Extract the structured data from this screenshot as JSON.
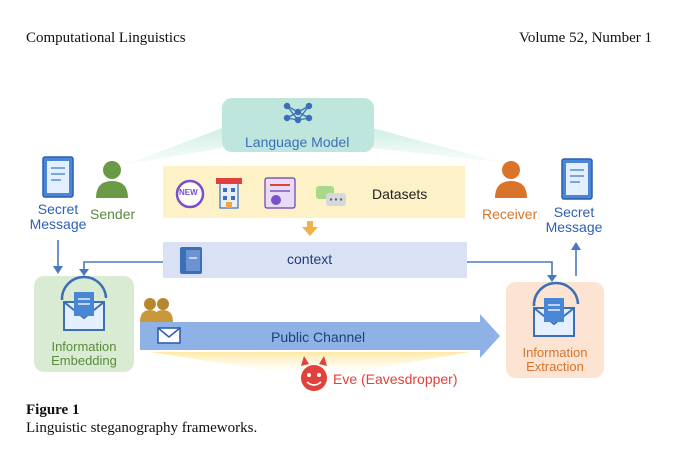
{
  "header": {
    "journal": "Computational Linguistics",
    "volume": "Volume 52, Number 1"
  },
  "figure": {
    "language_model": "Language Model",
    "datasets": "Datasets",
    "new_badge": "NEW",
    "context": "context",
    "public_channel": "Public Channel",
    "eve": "Eve (Eavesdropper)",
    "sender": "Sender",
    "receiver": "Receiver",
    "secret_message_left": "Secret\nMessage",
    "secret_message_right": "Secret\nMessage",
    "information_embedding": "Information\nEmbedding",
    "information_extraction": "Information\nExtraction",
    "colors": {
      "lm_box": "#bfe6dc",
      "datasets_box": "#fdf1c8",
      "context_box": "#dbe1f5",
      "embedding_box": "#d9ecd3",
      "extraction_box": "#fce3d2",
      "channel_arrow": "#8fb2e6",
      "eve_red": "#e2403b",
      "blue_text": "#2f5fb0",
      "green_text": "#5a8a3a",
      "orange_text": "#d9742a"
    }
  },
  "caption": {
    "number": "Figure 1",
    "text": "Linguistic steganography frameworks."
  }
}
